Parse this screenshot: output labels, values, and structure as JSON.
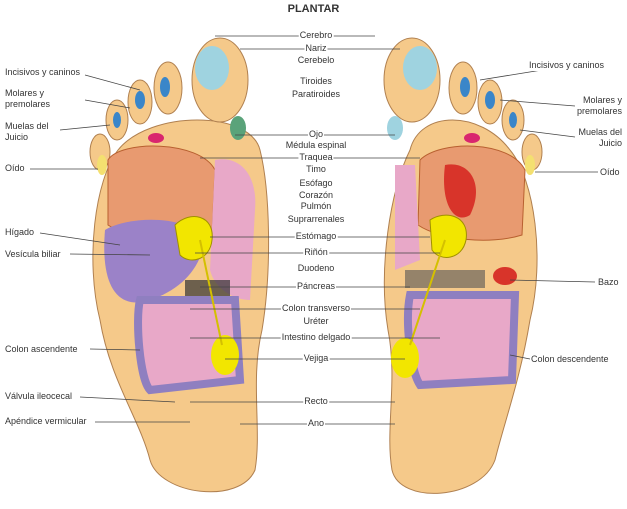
{
  "title": "PLANTAR",
  "center_labels": [
    "Cerebro",
    "Nariz",
    "Cerebelo",
    "Tiroides",
    "Paratiroides",
    "Ojo",
    "Médula espinal",
    "Traquea",
    "Timo",
    "Esófago",
    "Corazón",
    "Pulmón",
    "Suprarrenales",
    "Estómago",
    "Riñón",
    "Duodeno",
    "Páncreas",
    "Colon transverso",
    "Uréter",
    "Intestino delgado",
    "Vejiga",
    "Recto",
    "Ano"
  ],
  "left_labels": {
    "incisivos": "Incisivos y caninos",
    "molares": "Molares y\npremolares",
    "muelas": "Muelas del\nJuicio",
    "oido": "Oído",
    "higado": "Hígado",
    "vesicula": "Vesícula biliar",
    "colon_asc": "Colon ascendente",
    "valvula": "Válvula ileocecal",
    "apendice": "Apéndice vermicular"
  },
  "right_labels": {
    "incisivos": "Incisivos y caninos",
    "molares": "Molares y\npremolares",
    "muelas": "Muelas del\nJuicio",
    "oido": "Oído",
    "bazo": "Bazo",
    "colon_desc": "Colon descendente"
  }
}
